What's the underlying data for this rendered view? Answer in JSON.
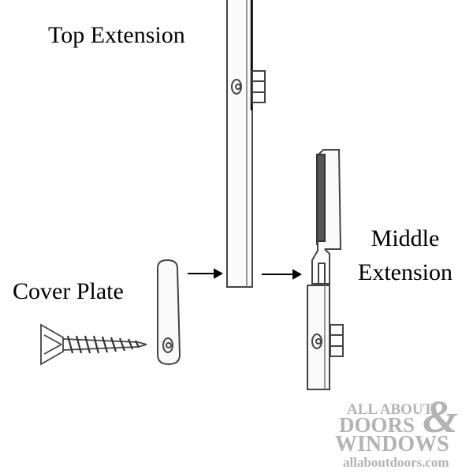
{
  "labels": {
    "top_extension": "Top Extension",
    "middle_extension_line1": "Middle",
    "middle_extension_line2": "Extension",
    "cover_plate": "Cover Plate"
  },
  "watermark": {
    "line1": "ALL ABOUT",
    "line2": "DOORS",
    "line3": "WINDOWS",
    "ampersand": "&",
    "url": "allaboutdoors.com",
    "color": "#b3b3b3"
  },
  "colors": {
    "line": "#333333",
    "shade": "#555555",
    "background": "#ffffff"
  }
}
